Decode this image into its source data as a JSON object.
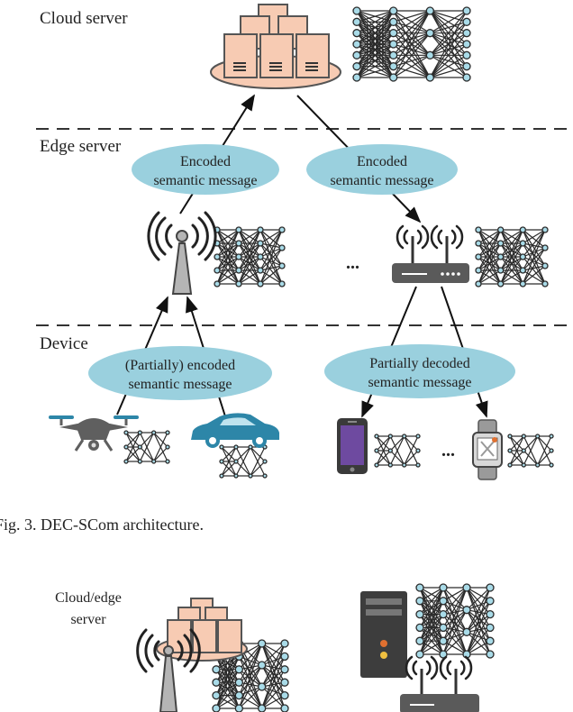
{
  "tiers": {
    "cloud": "Cloud server",
    "edge": "Edge server",
    "device": "Device"
  },
  "bubbles": {
    "edge_left": [
      "Encoded",
      "semantic message"
    ],
    "edge_right": [
      "Encoded",
      "semantic message"
    ],
    "dev_left": [
      "(Partially) encoded",
      "semantic message"
    ],
    "dev_right": [
      "Partially decoded",
      "semantic message"
    ]
  },
  "ellipsis": "...",
  "caption": "Fig. 3.  DEC-SCom architecture.",
  "fig4_label": [
    "Cloud/edge",
    "server"
  ],
  "colors": {
    "bubble": "#9ad0de",
    "server": "#f7cbb3",
    "server_stroke": "#555555",
    "node": "#a9dbe8",
    "node_stroke": "#2a2a2a",
    "tower": "#b5b5b5",
    "router": "#5a5a5a",
    "car": "#2d86a8",
    "phone": "#6e4aa0",
    "drone": "#5f5f5f",
    "arrow": "#111111",
    "dash": "#333333"
  }
}
